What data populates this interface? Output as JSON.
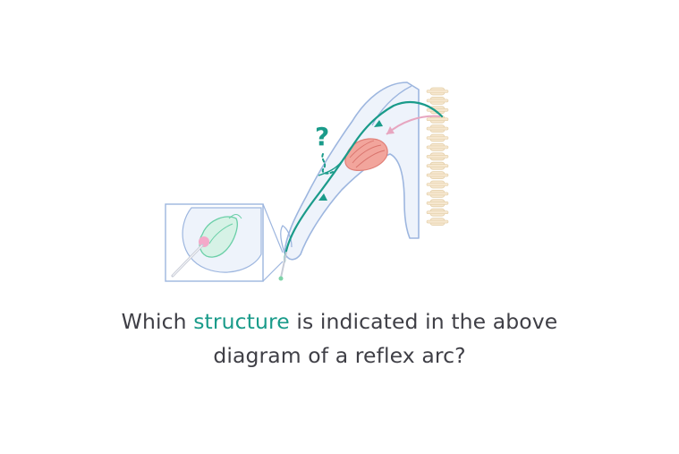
{
  "diagram": {
    "question_mark": "?",
    "colors": {
      "nerve": "#1a9b8a",
      "outline": "#9db6df",
      "skin": "#eef3fb",
      "muscle": "#f2a59c",
      "bone": "#f6e7cf",
      "motor_arrow": "#e7a6c0"
    }
  },
  "question": {
    "line1_before": "Which ",
    "line1_highlight": "structure",
    "line1_after": " is indicated in the above",
    "line2": "diagram of a reflex arc?"
  }
}
